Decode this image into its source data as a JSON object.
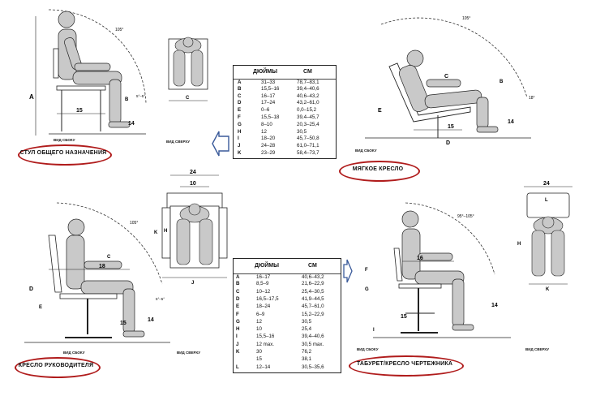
{
  "captions": {
    "general_chair": "СТУЛ ОБЩЕГО НАЗНАЧЕНИЯ",
    "soft_armchair": "МЯГКОЕ КРЕСЛО",
    "executive_chair": "КРЕСЛО РУКОВОДИТЕЛЯ",
    "drafting_stool": "ТАБУРЕТ/КРЕСЛО ЧЕРТЕЖНИКА"
  },
  "view_labels": {
    "side": "ВИД СБОКУ",
    "top": "ВИД СВЕРХУ"
  },
  "table_top": {
    "header_inches": "ДЮЙМЫ",
    "header_cm": "СМ",
    "rows": [
      {
        "key": "A",
        "in": "31–33",
        "cm": "78,7–83,1"
      },
      {
        "key": "B",
        "in": "15,5–16",
        "cm": "39,4–40,6"
      },
      {
        "key": "C",
        "in": "16–17",
        "cm": "40,6–43,2"
      },
      {
        "key": "D",
        "in": "17–24",
        "cm": "43,2–61,0"
      },
      {
        "key": "E",
        "in": "0–6",
        "cm": "0,0–15,2"
      },
      {
        "key": "F",
        "in": "15,5–18",
        "cm": "39,4–45,7"
      },
      {
        "key": "G",
        "in": "8–10",
        "cm": "20,3–25,4"
      },
      {
        "key": "H",
        "in": "12",
        "cm": "30,5"
      },
      {
        "key": "I",
        "in": "18–20",
        "cm": "45,7–50,8"
      },
      {
        "key": "J",
        "in": "24–28",
        "cm": "61,0–71,1"
      },
      {
        "key": "K",
        "in": "23–29",
        "cm": "58,4–73,7"
      }
    ]
  },
  "table_bottom": {
    "header_inches": "ДЮЙМЫ",
    "header_cm": "СМ",
    "rows": [
      {
        "key": "A",
        "in": "16–17",
        "cm": "40,6–43,2"
      },
      {
        "key": "B",
        "in": "8,5–9",
        "cm": "21,6–22,9"
      },
      {
        "key": "C",
        "in": "10–12",
        "cm": "25,4–30,5"
      },
      {
        "key": "D",
        "in": "16,5–17,5",
        "cm": "41,9–44,5"
      },
      {
        "key": "E",
        "in": "18–24",
        "cm": "45,7–61,0"
      },
      {
        "key": "F",
        "in": "6–9",
        "cm": "15,2–22,9"
      },
      {
        "key": "G",
        "in": "12",
        "cm": "30,5"
      },
      {
        "key": "H",
        "in": "10",
        "cm": "25,4"
      },
      {
        "key": "I",
        "in": "15,5–16",
        "cm": "39,4–40,6"
      },
      {
        "key": "J",
        "in": "12 max.",
        "cm": "30,5 max."
      },
      {
        "key": "K",
        "in": "30",
        "cm": "76,2"
      },
      {
        "key": "",
        "in": "15",
        "cm": "38,1"
      },
      {
        "key": "L",
        "in": "12–14",
        "cm": "30,5–35,6"
      }
    ]
  },
  "dims": {
    "d15": "15",
    "d14": "14",
    "d18": "18",
    "d16": "16",
    "d24": "24",
    "d10": "10",
    "deg105": "105°",
    "deg95_105": "95°–105°",
    "deg5": "5°–5°",
    "deg18": "18°"
  }
}
